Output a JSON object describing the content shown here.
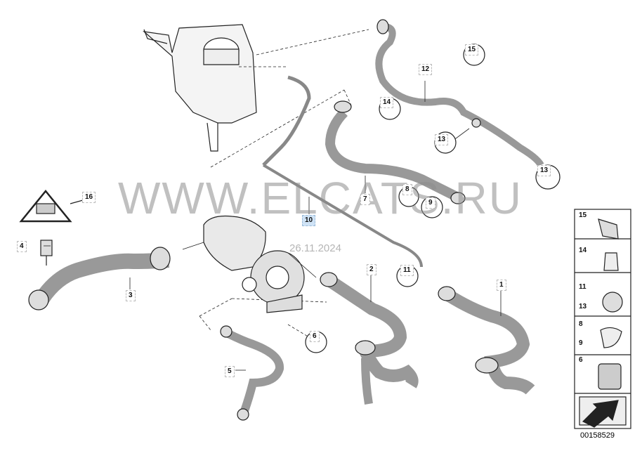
{
  "watermark": "WWW.ELCATS.RU",
  "date_stamp": "26.11.2024",
  "reference_number": "00158529",
  "callouts": {
    "c1": "1",
    "c2": "2",
    "c3": "3",
    "c4": "4",
    "c5": "5",
    "c6": "6",
    "c7": "7",
    "c8": "8",
    "c9": "9",
    "c10": "10",
    "c11a": "11",
    "c12": "12",
    "c13a": "13",
    "c13b": "13",
    "c14": "14",
    "c15": "15",
    "c16": "16"
  },
  "legend": {
    "l15": "15",
    "l14": "14",
    "l11": "11",
    "l13": "13",
    "l8": "8",
    "l9": "9",
    "l6": "6"
  },
  "colors": {
    "line": "#222222",
    "hose": "#9a9a9a",
    "selected": "#cfe3f6"
  }
}
